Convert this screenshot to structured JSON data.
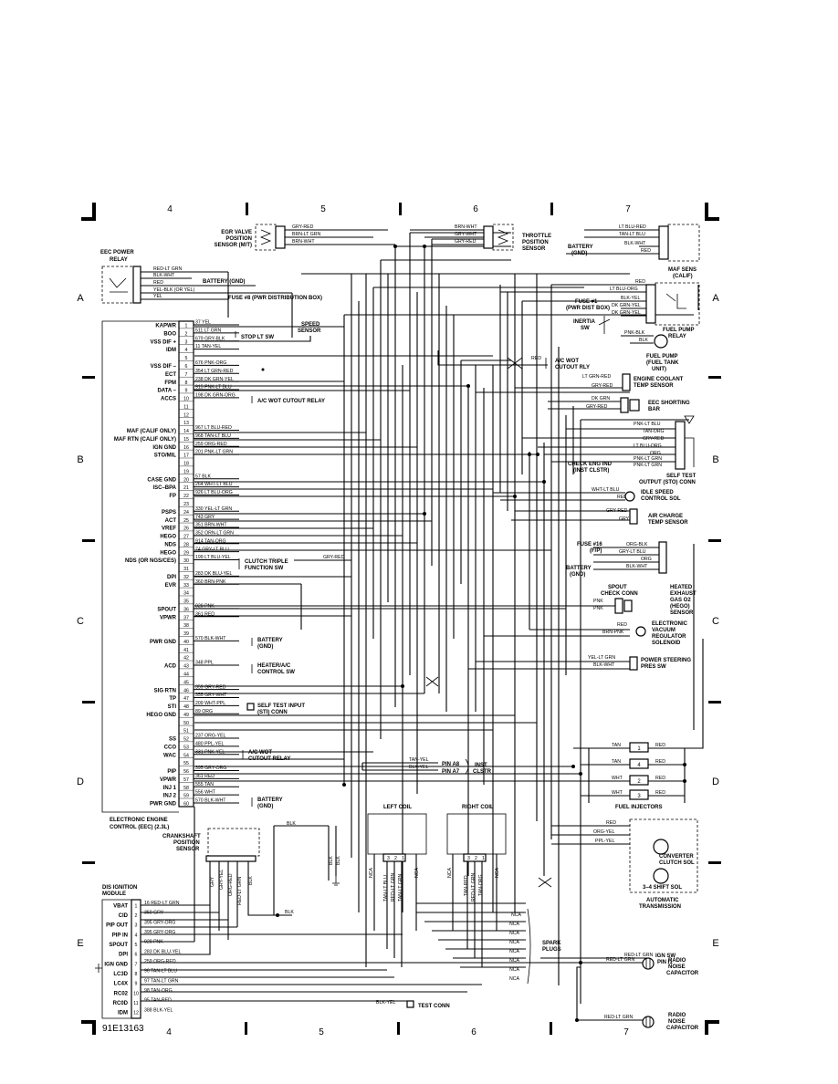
{
  "grid": {
    "top_columns": [
      "4",
      "5",
      "6",
      "7"
    ],
    "bottom_columns": [
      "4",
      "5",
      "6",
      "7"
    ],
    "rows": [
      "A",
      "B",
      "C",
      "D",
      "E"
    ]
  },
  "figure_id": "91E13163",
  "eec_module": {
    "title_line1": "ELECTRONIC ENGINE",
    "title_line2": "CONTROL (EEC) (2.3L)",
    "pins": [
      {
        "n": "1",
        "label": "KAPWR",
        "wire": "37 YEL"
      },
      {
        "n": "2",
        "label": "BOO",
        "wire": "511 LT GRN"
      },
      {
        "n": "3",
        "label": "VSS DIF +",
        "wire": "679 GRY-BLK"
      },
      {
        "n": "4",
        "label": "IDM",
        "wire": "11 TAN-YEL"
      },
      {
        "n": "5",
        "label": "",
        "wire": ""
      },
      {
        "n": "6",
        "label": "VSS DIF –",
        "wire": "676 PNK-ORG"
      },
      {
        "n": "7",
        "label": "ECT",
        "wire": "354 LT GRN-RED"
      },
      {
        "n": "8",
        "label": "FPM",
        "wire": "238 DK GRN-YEL"
      },
      {
        "n": "9",
        "label": "DATA –",
        "wire": "915 PNK-LT BLU"
      },
      {
        "n": "10",
        "label": "ACCS",
        "wire": "198 DK GRN-ORG"
      },
      {
        "n": "11",
        "label": "",
        "wire": ""
      },
      {
        "n": "12",
        "label": "",
        "wire": ""
      },
      {
        "n": "13",
        "label": "",
        "wire": ""
      },
      {
        "n": "14",
        "label": "MAF (CALIF ONLY)",
        "wire": "967 LT BLU-RED"
      },
      {
        "n": "15",
        "label": "MAF RTN (CALIF ONLY)",
        "wire": "968 TAN-LT BLU"
      },
      {
        "n": "16",
        "label": "IGN GND",
        "wire": "259 ORG-RED"
      },
      {
        "n": "17",
        "label": "STO/MIL",
        "wire": "201 PNK-LT GRN"
      },
      {
        "n": "18",
        "label": "",
        "wire": ""
      },
      {
        "n": "19",
        "label": "",
        "wire": ""
      },
      {
        "n": "20",
        "label": "CASE GND",
        "wire": "57 BLK"
      },
      {
        "n": "21",
        "label": "ISC–BPA",
        "wire": "264 WHT-LT BLU"
      },
      {
        "n": "22",
        "label": "FP",
        "wire": "926 LT BLU-ORG"
      },
      {
        "n": "23",
        "label": "",
        "wire": ""
      },
      {
        "n": "24",
        "label": "PSPS",
        "wire": "330 YEL-LT GRN"
      },
      {
        "n": "25",
        "label": "ACT",
        "wire": "743 GRY"
      },
      {
        "n": "26",
        "label": "VREF",
        "wire": "351 BRN-WHT"
      },
      {
        "n": "27",
        "label": "HEGO",
        "wire": "352 ORN-LT GRN"
      },
      {
        "n": "28",
        "label": "NDS",
        "wire": "914 TAN-ORG"
      },
      {
        "n": "29",
        "label": "HEGO",
        "wire": "74 GRY-LT BLU"
      },
      {
        "n": "30",
        "label": "NDS (OR NGS/CES)",
        "wire": "199 LT BLU-YEL"
      },
      {
        "n": "31",
        "label": "",
        "wire": ""
      },
      {
        "n": "32",
        "label": "DPI",
        "wire": "283 DK BLU-YEL"
      },
      {
        "n": "33",
        "label": "EVR",
        "wire": "360 BRN-PNK"
      },
      {
        "n": "34",
        "label": "",
        "wire": ""
      },
      {
        "n": "35",
        "label": "",
        "wire": ""
      },
      {
        "n": "36",
        "label": "SPOUT",
        "wire": "929 PNK"
      },
      {
        "n": "37",
        "label": "VPWR",
        "wire": "361 RED"
      },
      {
        "n": "38",
        "label": "",
        "wire": ""
      },
      {
        "n": "39",
        "label": "",
        "wire": ""
      },
      {
        "n": "40",
        "label": "PWR GND",
        "wire": "570 BLK-WHT"
      },
      {
        "n": "41",
        "label": "",
        "wire": ""
      },
      {
        "n": "42",
        "label": "",
        "wire": ""
      },
      {
        "n": "43",
        "label": "ACD",
        "wire": "348 PPL"
      },
      {
        "n": "44",
        "label": "",
        "wire": ""
      },
      {
        "n": "45",
        "label": "",
        "wire": ""
      },
      {
        "n": "46",
        "label": "SIG RTN",
        "wire": "359 GRY-RED"
      },
      {
        "n": "47",
        "label": "TP",
        "wire": "355 GRY-WHT"
      },
      {
        "n": "48",
        "label": "STI",
        "wire": "209 WHT-PPL"
      },
      {
        "n": "49",
        "label": "HEGO GND",
        "wire": "89 ORG"
      },
      {
        "n": "50",
        "label": "",
        "wire": ""
      },
      {
        "n": "51",
        "label": "",
        "wire": ""
      },
      {
        "n": "52",
        "label": "SS",
        "wire": "237 ORG-YEL"
      },
      {
        "n": "53",
        "label": "CCO",
        "wire": "480 PPL-YEL"
      },
      {
        "n": "54",
        "label": "WAC",
        "wire": "331 PNK-YEL"
      },
      {
        "n": "55",
        "label": "",
        "wire": ""
      },
      {
        "n": "56",
        "label": "PIP",
        "wire": "395 GRY-ORG"
      },
      {
        "n": "57",
        "label": "VPWR",
        "wire": "361 RED"
      },
      {
        "n": "58",
        "label": "INJ 1",
        "wire": "555 TAN"
      },
      {
        "n": "59",
        "label": "INJ 2",
        "wire": "556 WHT"
      },
      {
        "n": "60",
        "label": "PWR GND",
        "wire": "570 BLK-WHT"
      }
    ]
  },
  "eec_power_relay": {
    "title_line1": "EEC POWER",
    "title_line2": "RELAY",
    "wires": [
      "RED-LT GRN",
      "BLK-WHT",
      "RED",
      "YEL-BLK (OR YEL)",
      "YEL"
    ],
    "battery_note": "BATTERY (GND)",
    "fuse_note": "FUSE #8 (PWR DISTRIBUTION BOX)"
  },
  "egr_sensor": {
    "line1": "EGR VALVE",
    "line2": "POSITION",
    "line3": "SENSOR (M/T)",
    "wires": [
      "GRY-RED",
      "BRN-LT GRN",
      "BRN-WHT"
    ]
  },
  "throttle_sensor": {
    "line1": "THROTTLE",
    "line2": "POSITION",
    "line3": "SENSOR",
    "wires": [
      "BRN-WHT",
      "GRY-WHT",
      "GRY-RED"
    ]
  },
  "maf_sensor": {
    "line1": "MAF SENS",
    "line2": "(CALIF)",
    "wires": [
      "LT BLU-RED",
      "TAN-LT BLU",
      "BLK-WHT",
      "RED"
    ],
    "battery_line1": "BATTERY",
    "battery_line2": "(GND)"
  },
  "fuel_pump_relay": {
    "line1": "FUEL PUMP",
    "line2": "RELAY",
    "wires": [
      "RED",
      "LT BLU-ORG",
      "BLK-YEL",
      "DK GRN-YEL",
      "DK GRN-YEL"
    ],
    "fuse_line1": "FUSE #1",
    "fuse_line2": "(PWR DIST BOX)",
    "inertia_line1": "INERTIA",
    "inertia_line2": "SW",
    "pnk_blk": "PNK-BLK",
    "blk": "BLK"
  },
  "fuel_pump": {
    "line1": "FUEL PUMP",
    "line2": "(FUEL TANK",
    "line3": "UNIT)"
  },
  "stop_lt_sw": "STOP LT SW",
  "speed_sensor": {
    "line1": "SPEED",
    "line2": "SENSOR"
  },
  "ac_cutout_relay_label": "A/C WOT CUTOUT RELAY",
  "ac_cutout_rly": {
    "wire": "RED",
    "line1": "A/C WOT",
    "line2": "CUTOUT RLY"
  },
  "ect_sensor": {
    "wires": [
      "LT GRN-RED",
      "GRY-RED"
    ],
    "line1": "ENGINE COOLANT",
    "line2": "TEMP SENSOR"
  },
  "eec_shorting_bar": {
    "wires": [
      "DK GRN",
      "GRY-RED"
    ],
    "line1": "EEC SHORTING",
    "line2": "BAR"
  },
  "sto_conn": {
    "wires": [
      "PNK-LT BLU",
      "TAN-ORG",
      "GRY-RED",
      "LT BLU-ORG",
      "ORG",
      "PNK-LT GRN",
      "PNK-LT GRN"
    ],
    "check_line1": "CHECK ENG IND",
    "check_line2": "(INST CLSTR)",
    "line1": "SELF TEST",
    "line2": "OUTPUT (STO) CONN"
  },
  "idle_speed_sol": {
    "wires": [
      "WHT-LT BLU",
      "RED"
    ],
    "line1": "IDLE SPEED",
    "line2": "CONTROL SOL"
  },
  "air_charge_sensor": {
    "wires": [
      "GRY-RED",
      "GRY"
    ],
    "line1": "AIR CHARGE",
    "line2": "TEMP SENSOR"
  },
  "hego_sensor": {
    "fuse_line1": "FUSE #16",
    "fuse_line2": "(F/P)",
    "battery_line1": "BATTERY",
    "battery_line2": "(GND)",
    "wires": [
      "ORG-BLK",
      "GRY-LT BLU",
      "ORG",
      "BLK-WHT"
    ],
    "label": [
      "HEATED",
      "EXHAUST",
      "GAS O2",
      "(HEGO)",
      "SENSOR"
    ]
  },
  "spout_conn": {
    "line1": "SPOUT",
    "line2": "CHECK CONN",
    "wires": [
      "PNK",
      "PNK"
    ]
  },
  "evr_solenoid": {
    "wires": [
      "RED",
      "BRN-PNK"
    ],
    "label": [
      "ELECTRONIC",
      "VACUUM",
      "REGULATOR",
      "SOLENOID"
    ]
  },
  "ps_switch": {
    "wires": [
      "YEL-LT GRN",
      "BLK-WHT"
    ],
    "line1": "POWER STEERING",
    "line2": "PRES SW"
  },
  "clutch_switch": {
    "line1": "CLUTCH TRIPLE",
    "line2": "FUNCTION SW",
    "wire": "GRY-RED"
  },
  "battery_gnd_40": {
    "line1": "BATTERY",
    "line2": "(GND)"
  },
  "heater_ac_sw": {
    "line1": "HEATER/A/C",
    "line2": "CONTROL SW"
  },
  "sti_conn": {
    "line1": "SELF TEST INPUT",
    "line2": "(STI) CONN"
  },
  "ac_cutout_relay_54": {
    "line1": "A/C WOT",
    "line2": "CUTOUT RELAY"
  },
  "battery_gnd_60": {
    "line1": "BATTERY",
    "line2": "(GND)"
  },
  "inst_clstr": {
    "wire1": "TAN-YEL",
    "wire2": "BLK-YEL",
    "pin1": "PIN A8",
    "pin2": "PIN A7",
    "line1": "INST",
    "line2": "CLSTR"
  },
  "injectors": {
    "title": "FUEL INJECTORS",
    "rows": [
      {
        "num": "1",
        "left": "TAN",
        "right": "RED"
      },
      {
        "num": "4",
        "left": "TAN",
        "right": "RED"
      },
      {
        "num": "2",
        "left": "WHT",
        "right": "RED"
      },
      {
        "num": "3",
        "left": "WHT",
        "right": "RED"
      }
    ]
  },
  "crankshaft_sensor": {
    "line1": "CRANKSHAFT",
    "line2": "POSITION",
    "line3": "SENSOR",
    "wires": [
      "GRY",
      "GRY-YEL",
      "ORG-RED",
      "RED-LT GRN",
      "BLK"
    ],
    "blk": "BLK"
  },
  "coils": {
    "left_title": "LEFT COIL",
    "right_title": "RIGHT COIL",
    "left_wires": [
      "NCA",
      "TAN-LT BLU",
      "RED-LT GRN",
      "TAN-LT GRN",
      "NCA"
    ],
    "right_wires": [
      "NCA",
      "TAN-RED",
      "RED-LT GRN",
      "TAN-ORG",
      "NCA"
    ],
    "plug_wires": [
      "NCA",
      "NCA",
      "NCA",
      "NCA",
      "NCA",
      "NCA",
      "NCA",
      "NCA"
    ],
    "pins": [
      "3",
      "2",
      "1"
    ],
    "nca": "NCA",
    "blk": "BLK"
  },
  "spark_plugs": {
    "line1": "SPARK",
    "line2": "PLUGS"
  },
  "trans": {
    "wires": [
      "RED",
      "ORG-YEL",
      "PPL-YEL"
    ],
    "converter_line1": "CONVERTER",
    "converter_line2": "CLUTCH SOL",
    "shift_sol": "3–4 SHIFT SOL",
    "label_line1": "AUTOMATIC",
    "label_line2": "TRANSMISSION"
  },
  "dis_module": {
    "title_line1": "DIS IGNITION",
    "title_line2": "MODULE",
    "pins": [
      {
        "n": "1",
        "label": "VBAT",
        "wire": "16 RED-LT GRN"
      },
      {
        "n": "2",
        "label": "CID",
        "wire": "350 GRY"
      },
      {
        "n": "3",
        "label": "PIP OUT",
        "wire": "395 GRY-ORG"
      },
      {
        "n": "4",
        "label": "PIP IN",
        "wire": "395 GRY-ORG"
      },
      {
        "n": "5",
        "label": "SPOUT",
        "wire": "929 PNK"
      },
      {
        "n": "6",
        "label": "DPI",
        "wire": "283 DK BLU-YEL"
      },
      {
        "n": "7",
        "label": "IGN GND",
        "wire": "259 ORG-RED"
      },
      {
        "n": "8",
        "label": "LC3D",
        "wire": "96 TAN-LT BLU"
      },
      {
        "n": "9",
        "label": "LC4X",
        "wire": "97 TAN-LT GRN"
      },
      {
        "n": "10",
        "label": "RC02",
        "wire": "98 TAN-ORG"
      },
      {
        "n": "11",
        "label": "RC0D",
        "wire": "95 TAN-RED"
      },
      {
        "n": "12",
        "label": "IDM",
        "wire": "388 BLK-YEL"
      }
    ]
  },
  "ign_sw": {
    "wire": "RED-LT GRN",
    "line1": "IGN SW",
    "line2": "PIN I1"
  },
  "capacitor1": {
    "wire": "RED-LT GRN",
    "line1": "RADIO",
    "line2": "NOISE",
    "line3": "CAPACITOR"
  },
  "capacitor2": {
    "wire": "RED-LT GRN",
    "line1": "RADIO",
    "line2": "NOISE",
    "line3": "CAPACITOR"
  },
  "test_conn": {
    "wire": "BLK-YEL",
    "label": "TEST CONN"
  }
}
